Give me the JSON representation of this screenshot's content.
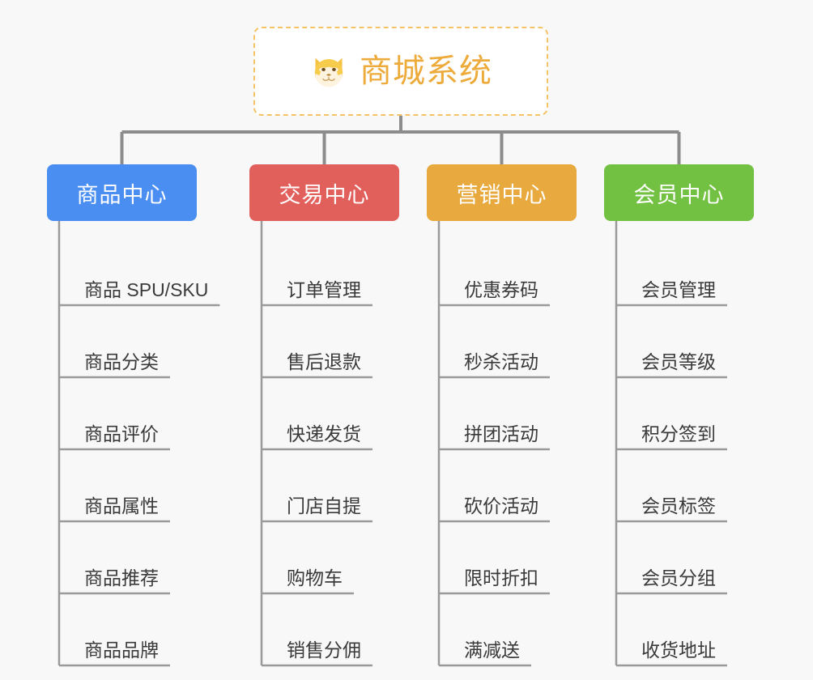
{
  "diagram": {
    "type": "org-chart-mindmap",
    "background_color": "#f8f8f8",
    "root": {
      "title": "商城系统",
      "icon": "shiba-dog-face-icon",
      "text_color": "#edab3c",
      "border_color": "#f3c366",
      "background_color": "#ffffff"
    },
    "connector_color": "#8c8c8c",
    "branches": [
      {
        "label": "商品中心",
        "color": "#4a8ef2",
        "items": [
          "商品 SPU/SKU",
          "商品分类",
          "商品评价",
          "商品属性",
          "商品推荐",
          "商品品牌"
        ]
      },
      {
        "label": "交易中心",
        "color": "#e2605c",
        "items": [
          "订单管理",
          "售后退款",
          "快递发货",
          "门店自提",
          "购物车",
          "销售分佣"
        ]
      },
      {
        "label": "营销中心",
        "color": "#e8a93e",
        "items": [
          "优惠券码",
          "秒杀活动",
          "拼团活动",
          "砍价活动",
          "限时折扣",
          "满减送"
        ]
      },
      {
        "label": "会员中心",
        "color": "#72c142",
        "items": [
          "会员管理",
          "会员等级",
          "积分签到",
          "会员标签",
          "会员分组",
          "收货地址"
        ]
      }
    ]
  }
}
